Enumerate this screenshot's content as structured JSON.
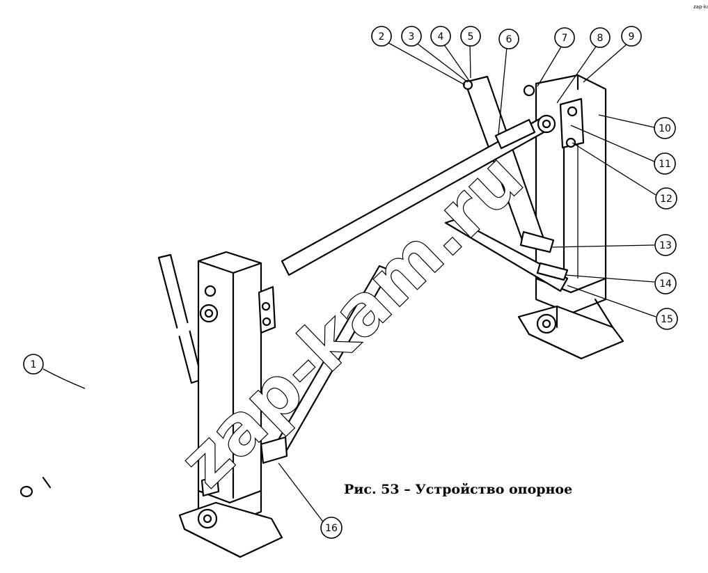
{
  "figure": {
    "caption": "Рис. 53 – Устройство опорное",
    "watermark": "zap-kam.ru",
    "corner_mark": "zap-kam"
  },
  "callouts": [
    {
      "n": "1"
    },
    {
      "n": "2"
    },
    {
      "n": "3"
    },
    {
      "n": "4"
    },
    {
      "n": "5"
    },
    {
      "n": "6"
    },
    {
      "n": "7"
    },
    {
      "n": "8"
    },
    {
      "n": "9"
    },
    {
      "n": "10"
    },
    {
      "n": "11"
    },
    {
      "n": "12"
    },
    {
      "n": "13"
    },
    {
      "n": "14"
    },
    {
      "n": "15"
    },
    {
      "n": "16"
    }
  ]
}
